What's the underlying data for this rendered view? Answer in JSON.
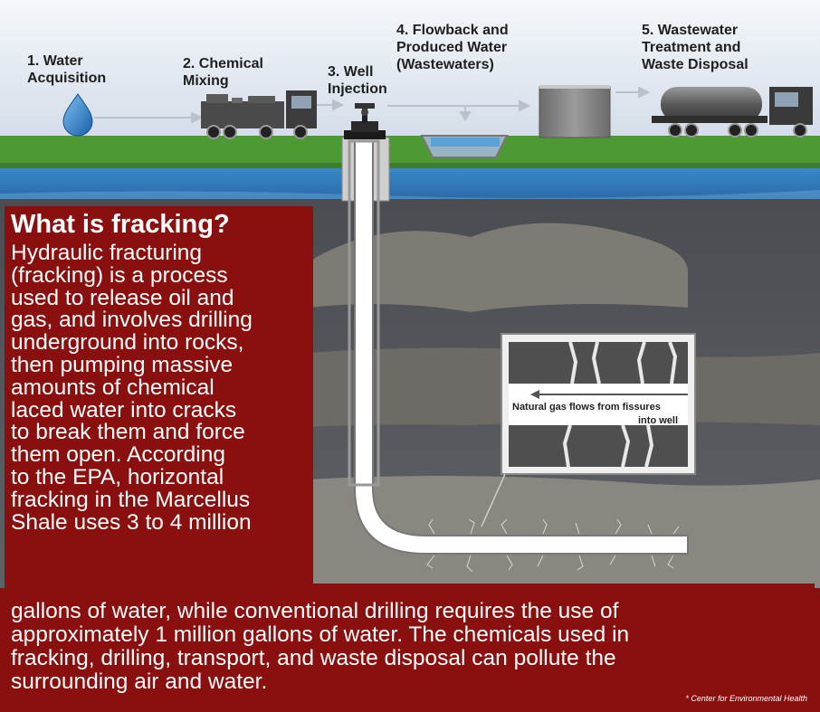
{
  "steps": {
    "s1": "1. Water\nAcquisition",
    "s2": "2. Chemical\nMixing",
    "s3": "3. Well\nInjection",
    "s4": "4. Flowback and\nProduced Water\n(Wastewaters)",
    "s5": "5. Wastewater\nTreatment and\nWaste Disposal"
  },
  "callout": {
    "line1": "Natural gas flows from fissures",
    "line2": "into well"
  },
  "article": {
    "title": "What is fracking?",
    "lines": [
      "Hydraulic fracturing",
      "(fracking) is a process",
      "used to release oil and",
      "gas, and involves drilling",
      "underground into rocks,",
      "then pumping massive",
      "amounts of chemical",
      "laced water into cracks",
      "to break them and force",
      "them open. According",
      "to the EPA, horizontal",
      "fracking in the Marcellus",
      "Shale uses 3 to 4 million",
      "gallons of water, while conventional drilling requires the use of",
      "approximately 1 million gallons of water. The chemicals used in",
      "fracking, drilling, transport, and waste disposal can pollute the",
      "surrounding air and water."
    ]
  },
  "credit": "* Center for Environmental Health",
  "colors": {
    "panel": "#8a0f0f",
    "sky": "#e6ecf3",
    "grass": "#4d9a35",
    "water": "#2f79b8",
    "rock": "#53565a"
  }
}
